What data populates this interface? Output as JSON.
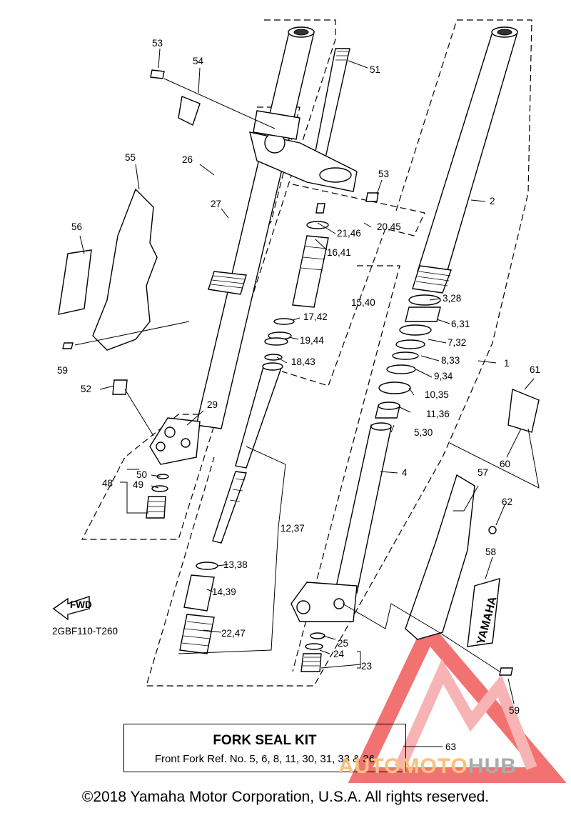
{
  "diagram_code": "2GBF110-T260",
  "fwd_label": "FWD",
  "kit": {
    "title": "FORK SEAL KIT",
    "description": "Front Fork Ref. No. 5, 6, 8, 11, 30, 31, 33 & 36",
    "ref": "63"
  },
  "brand_decal": "YAMAHA",
  "watermark": {
    "part1": "AUTOMOTO",
    "part2": "HUB",
    "color_main": "#f05a5a",
    "color_light": "#f7a7a7"
  },
  "copyright": "©2018 Yamaha Motor Corporation, U.S.A. All rights reserved.",
  "callouts": {
    "c53a": "53",
    "c54": "54",
    "c51": "51",
    "c55": "55",
    "c26": "26",
    "c53b": "53",
    "c2": "2",
    "c27": "27",
    "c56": "56",
    "c21_46": "21,46",
    "c20_45": "20,45",
    "c16_41": "16,41",
    "c15_40": "15,40",
    "c3_28": "3,28",
    "c17_42": "17,42",
    "c6_31": "6,31",
    "c19_44": "19,44",
    "c7_32": "7,32",
    "c59a": "59",
    "c18_43": "18,43",
    "c8_33": "8,33",
    "c1": "1",
    "c9_34": "9,34",
    "c61": "61",
    "c52": "52",
    "c10_35": "10,35",
    "c29": "29",
    "c11_36": "11,36",
    "c5_30": "5,30",
    "c60": "60",
    "c50": "50",
    "c48": "48",
    "c49": "49",
    "c4": "4",
    "c57": "57",
    "c62": "62",
    "c12_37": "12,37",
    "c58": "58",
    "c13_38": "13,38",
    "c14_39": "14,39",
    "c22_47": "22,47",
    "c25": "25",
    "c24": "24",
    "c23": "23",
    "c59b": "59"
  }
}
